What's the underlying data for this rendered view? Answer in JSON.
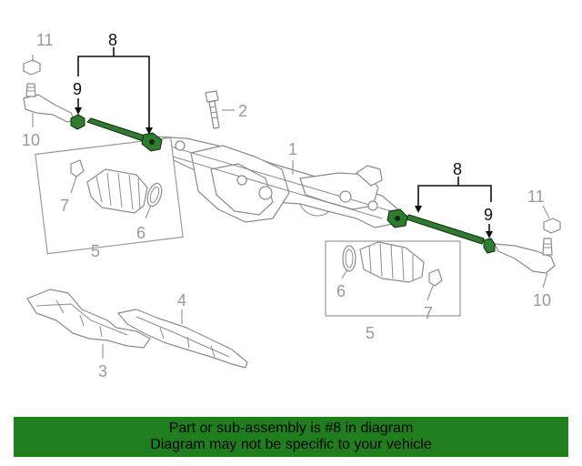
{
  "callouts": {
    "c1": "1",
    "c2": "2",
    "c3": "3",
    "c4": "4",
    "c5_left": "5",
    "c5_right": "5",
    "c6_left": "6",
    "c6_right": "6",
    "c7_left": "7",
    "c7_right": "7",
    "c8_left": "8",
    "c8_right": "8",
    "c9_left": "9",
    "c9_right": "9",
    "c10_left": "10",
    "c10_right": "10",
    "c11_left": "11",
    "c11_right": "11"
  },
  "highlighted_part": "8",
  "colors": {
    "highlight": "#2e7d2e",
    "banner": "#1f7f1c",
    "line_art": "#8c8c8c"
  },
  "banner": {
    "line1": "Part or sub-assembly is #8 in diagram",
    "line2": "Diagram may not be specific to your vehicle"
  }
}
